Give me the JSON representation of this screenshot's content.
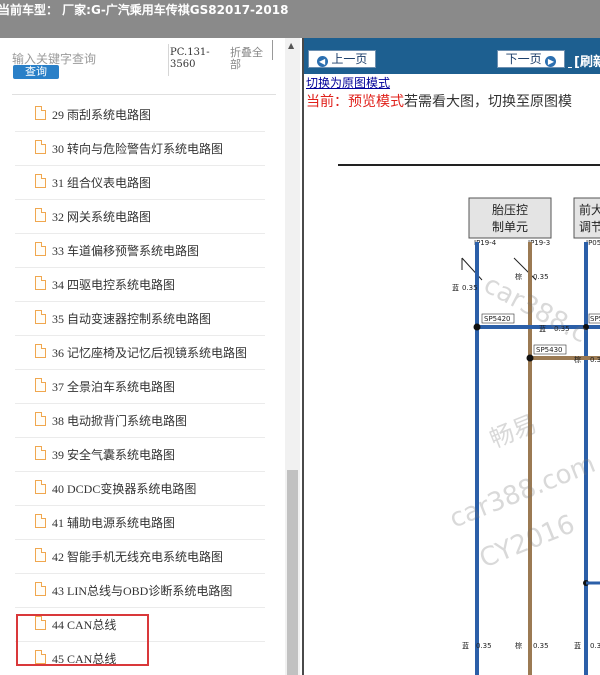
{
  "header": {
    "title": "当前车型： 厂家:G-广汽乘用车传祺GS82017-2018"
  },
  "sidebar": {
    "search_placeholder": "输入关键字查询",
    "query_button": "查询",
    "code": "PC.131-3560",
    "collapse_all": "折叠全部",
    "scroll_up_icon": "▲",
    "items": [
      {
        "label": "29 雨刮系统电路图"
      },
      {
        "label": "30 转向与危险警告灯系统电路图"
      },
      {
        "label": "31 组合仪表电路图"
      },
      {
        "label": "32 网关系统电路图"
      },
      {
        "label": "33 车道偏移预警系统电路图"
      },
      {
        "label": "34 四驱电控系统电路图"
      },
      {
        "label": "35 自动变速器控制系统电路图"
      },
      {
        "label": "36 记忆座椅及记忆后视镜系统电路图"
      },
      {
        "label": "37 全景泊车系统电路图"
      },
      {
        "label": "38 电动掀背门系统电路图"
      },
      {
        "label": "39 安全气囊系统电路图"
      },
      {
        "label": "40 DCDC变换器系统电路图"
      },
      {
        "label": "41 辅助电源系统电路图"
      },
      {
        "label": "42 智能手机无线充电系统电路图"
      },
      {
        "label": "43 LIN总线与OBD诊断系统电路图"
      },
      {
        "label": "44 CAN总线"
      },
      {
        "label": "45 CAN总线"
      }
    ]
  },
  "viewer": {
    "prev_button": "上一页",
    "next_button": "下一页",
    "refresh_label": "[刷新",
    "switch_link": "切换为原图模式",
    "mode_prefix": "当前：预览模式",
    "mode_suffix": "若需看大图，切换至原图模",
    "diagram": {
      "box1_line1": "胎压控",
      "box1_line2": "制单元",
      "box2_line1": "前大",
      "box2_line2": "调节",
      "pin1": "IP19-4",
      "pin2": "IP19-3",
      "pin3": "IP05",
      "wire_blue": "蓝",
      "wire_brown": "棕",
      "gauge": "0.35",
      "sp1": "SP5420",
      "sp2": "SP5430",
      "sp3": "SP5",
      "wm1": "car388.c",
      "wm2": "畅易",
      "wm3": "car388.com",
      "wm4": "CY2016"
    },
    "colors": {
      "nav_bg": "#1d5f90",
      "can_high": "#2b5fa8",
      "can_low": "#9b7a53"
    }
  }
}
